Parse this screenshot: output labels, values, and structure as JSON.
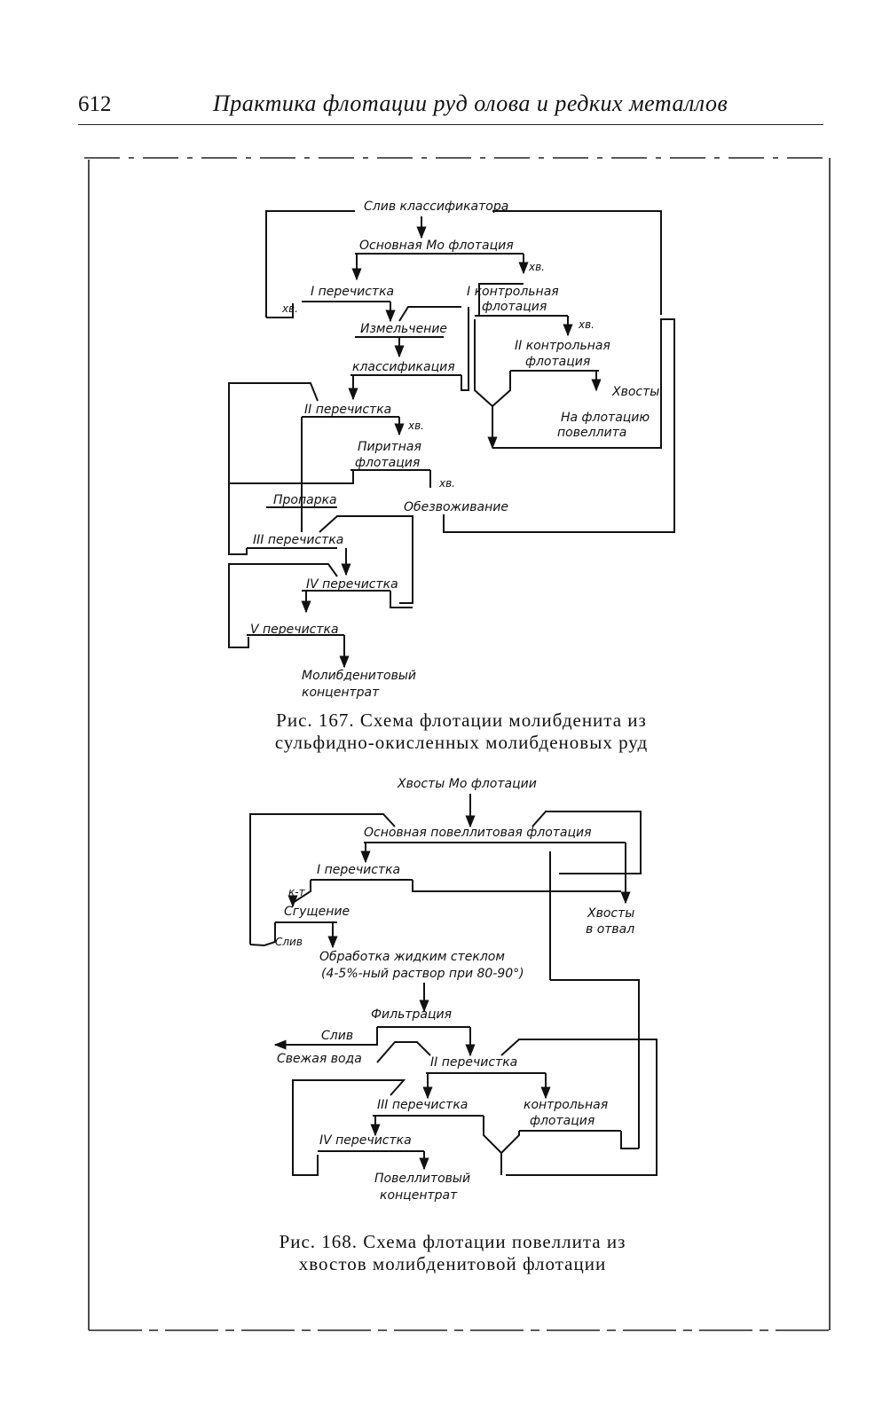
{
  "header": {
    "page_number": "612",
    "running_title": "Практика флотации руд олова и редких металлов"
  },
  "figure167": {
    "labels": {
      "sliv_klass": "Слив классификатора",
      "osn_mo": "Основная Mo флотация",
      "xv1": "хв.",
      "xv2": "хв.",
      "i_perech": "I перечистка",
      "i_kontr_1": "I контрольная",
      "i_kontr_2": "флотация",
      "izmelch": "Измельчение",
      "xv3": "хв.",
      "ii_kontr_1": "II контрольная",
      "ii_kontr_2": "флотация",
      "klassif": "классификация",
      "xvosty": "Хвосты",
      "na_flot_1": "На флотацию",
      "na_flot_2": "повеллита",
      "ii_perech": "II перечистка",
      "xv4": "хв.",
      "pirit_1": "Пиритная",
      "pirit_2": "флотация",
      "xv5": "хв.",
      "proparka": "Пропарка",
      "obezvozh": "Обезвоживание",
      "iii_perech": "III перечистка",
      "iv_perech": "IV перечистка",
      "v_perech": "V перечистка",
      "molib_1": "Молибденитовый",
      "molib_2": "концентрат"
    },
    "caption_1": "Рис. 167. Схема флотации молибденита из",
    "caption_2": "сульфидно-окисленных молибденовых руд"
  },
  "figure168": {
    "labels": {
      "xv_mo": "Хвосты Mo флотации",
      "osn_pov": "Основная повеллитовая флотация",
      "i_perech": "I перечистка",
      "kt": "к-т",
      "sgush": "Сгущение",
      "xv_otval_1": "Хвосты",
      "xv_otval_2": "в отвал",
      "sliv1": "Слив",
      "obrab_1": "Обработка жидким стеклом",
      "obrab_2": "(4-5%-ный раствор при 80-90°)",
      "filtr": "Фильтрация",
      "sliv2": "Слив",
      "svezh": "Свежая вода",
      "ii_perech": "II перечистка",
      "iii_perech": "III перечистка",
      "kontr_1": "контрольная",
      "kontr_2": "флотация",
      "iv_perech": "IV перечистка",
      "pov_1": "Повеллитовый",
      "pov_2": "концентрат"
    },
    "caption_1": "Рис. 168. Схема флотации повеллита из",
    "caption_2": "хвостов молибденитовой флотации"
  }
}
